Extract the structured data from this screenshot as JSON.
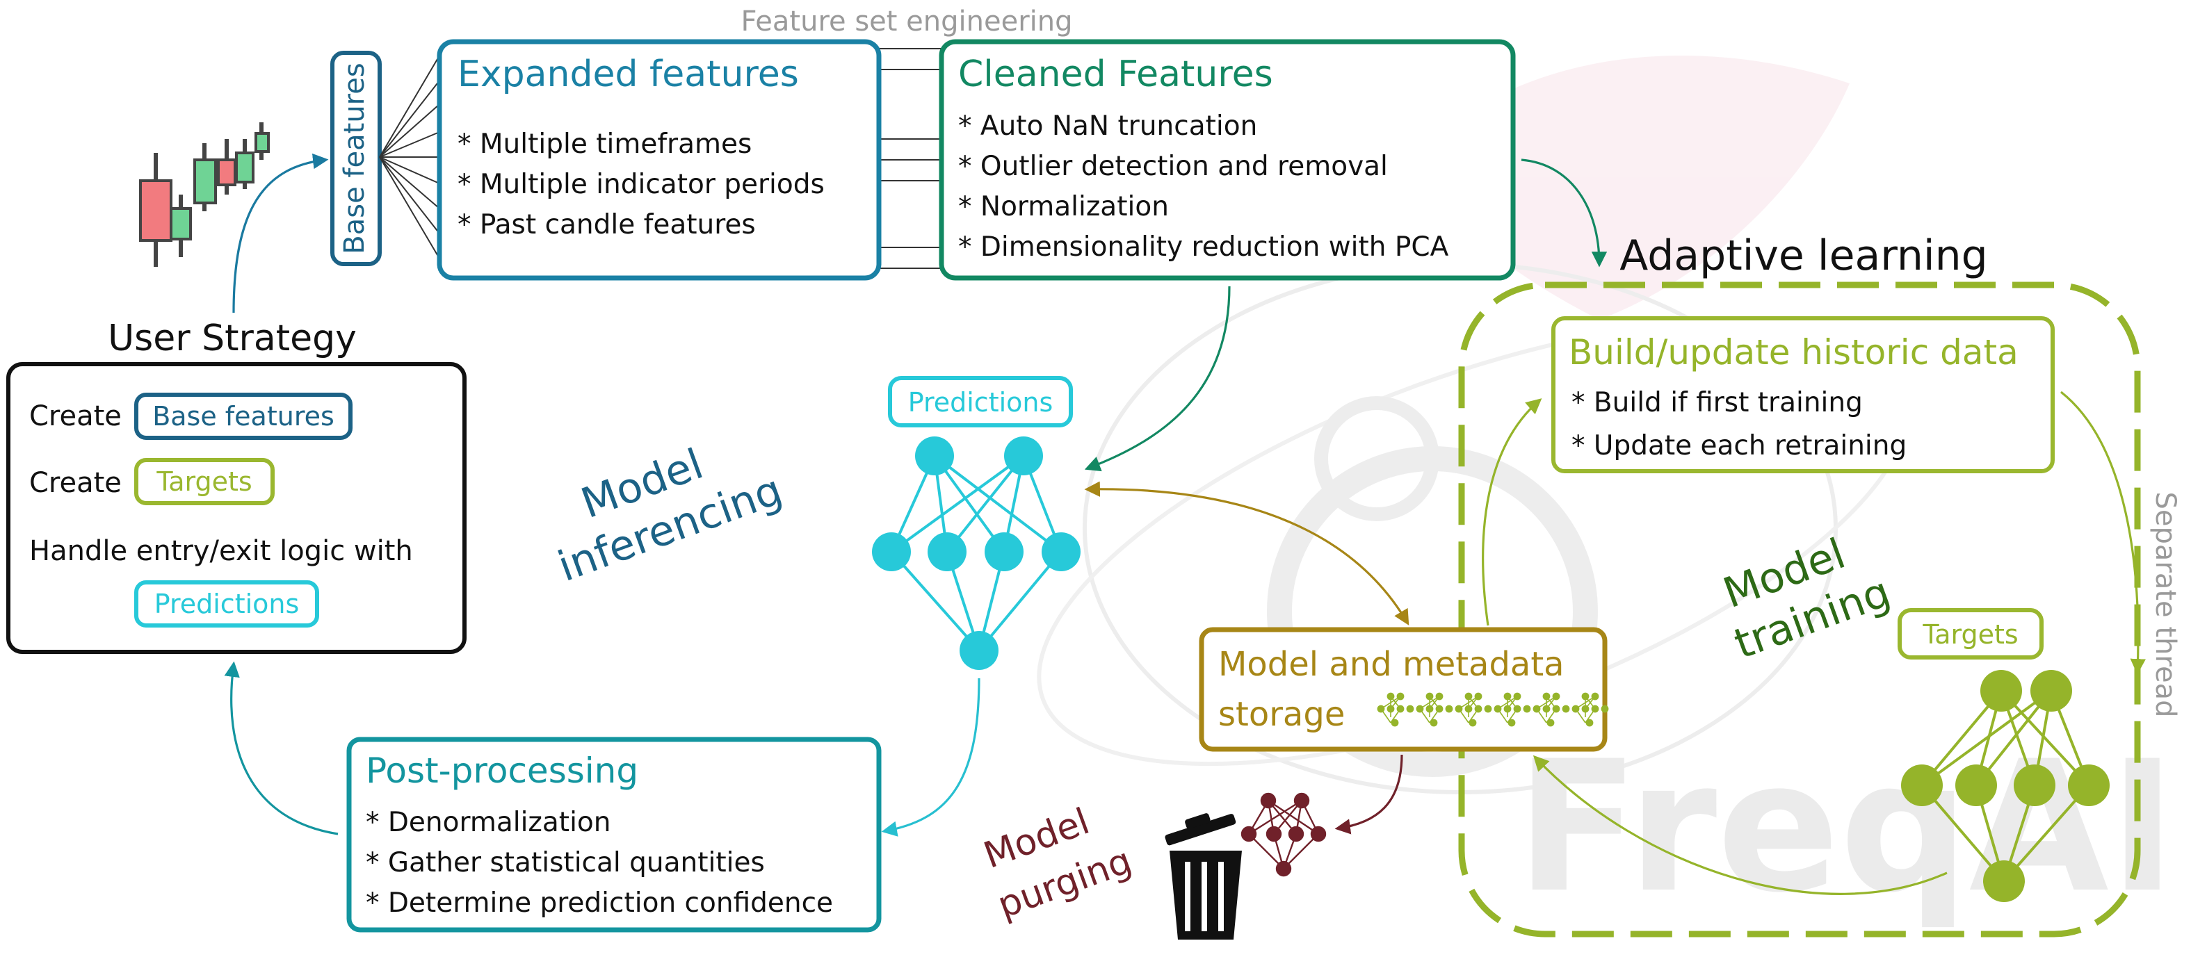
{
  "colors": {
    "expanded": "#1a81a5",
    "cleaned": "#128862",
    "base_features": "#1c6286",
    "predictions": "#27c9d9",
    "targets": "#9ab72f",
    "adaptive": "#95b42a",
    "postproc": "#13959f",
    "storage": "#a78616",
    "purging": "#70212a",
    "bear_candle": "#f27b7f",
    "bull_candle": "#6fd395",
    "watermark": "#e6e6e6"
  },
  "header": {
    "feature_set_title": "Feature set engineering",
    "base_features_label": "Base features"
  },
  "expanded": {
    "title": "Expanded features",
    "items": [
      "* Multiple timeframes",
      "* Multiple indicator periods",
      "* Past candle features"
    ]
  },
  "cleaned": {
    "title": "Cleaned Features",
    "items": [
      "* Auto NaN truncation",
      "* Outlier detection and removal",
      "* Normalization",
      "* Dimensionality reduction with PCA"
    ]
  },
  "strategy": {
    "title": "User Strategy",
    "create_label": "Create",
    "base_features_tag": "Base features",
    "targets_tag": "Targets",
    "handle_label": "Handle entry/exit logic with",
    "predictions_tag": "Predictions"
  },
  "inference": {
    "label_line1": "Model",
    "label_line2": "inferencing",
    "predictions_tag": "Predictions"
  },
  "adaptive": {
    "title": "Adaptive learning",
    "thread_label": "Separate thread",
    "historic_title": "Build/update historic data",
    "historic_items": [
      "* Build if first training",
      "* Update each retraining"
    ],
    "training_line1": "Model",
    "training_line2": "training",
    "targets_tag": "Targets"
  },
  "storage": {
    "title_line1": "Model and metadata",
    "title_line2": "storage"
  },
  "postproc": {
    "title": "Post-processing",
    "items": [
      "* Denormalization",
      "* Gather statistical quantities",
      "* Determine prediction confidence"
    ]
  },
  "purging": {
    "label_line1": "Model",
    "label_line2": "purging"
  },
  "watermark_text": "FreqAI"
}
